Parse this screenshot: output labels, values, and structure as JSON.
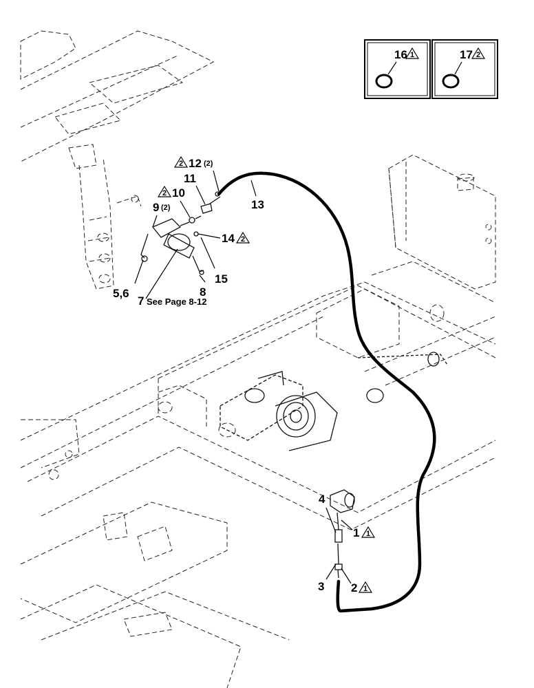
{
  "callouts": [
    {
      "id": "16",
      "number": "16",
      "note": "1"
    },
    {
      "id": "17",
      "number": "17",
      "note": "2"
    }
  ],
  "labels": {
    "p12": {
      "number": "12",
      "qty": "(2)",
      "note": "2"
    },
    "p11": {
      "number": "11"
    },
    "p10": {
      "number": "10",
      "note": "2"
    },
    "p9": {
      "number": "9",
      "qty": "(2)"
    },
    "p13": {
      "number": "13"
    },
    "p14": {
      "number": "14",
      "note": "2"
    },
    "p15": {
      "number": "15"
    },
    "p8": {
      "number": "8"
    },
    "p56": {
      "text": "5,6"
    },
    "p7": {
      "number": "7",
      "note": "See Page 8-12"
    },
    "p4": {
      "number": "4"
    },
    "p1": {
      "number": "1",
      "note": "1"
    },
    "p3": {
      "number": "3"
    },
    "p2": {
      "number": "2",
      "note": "1"
    }
  },
  "colors": {
    "line": "#000000",
    "background": "#ffffff"
  }
}
